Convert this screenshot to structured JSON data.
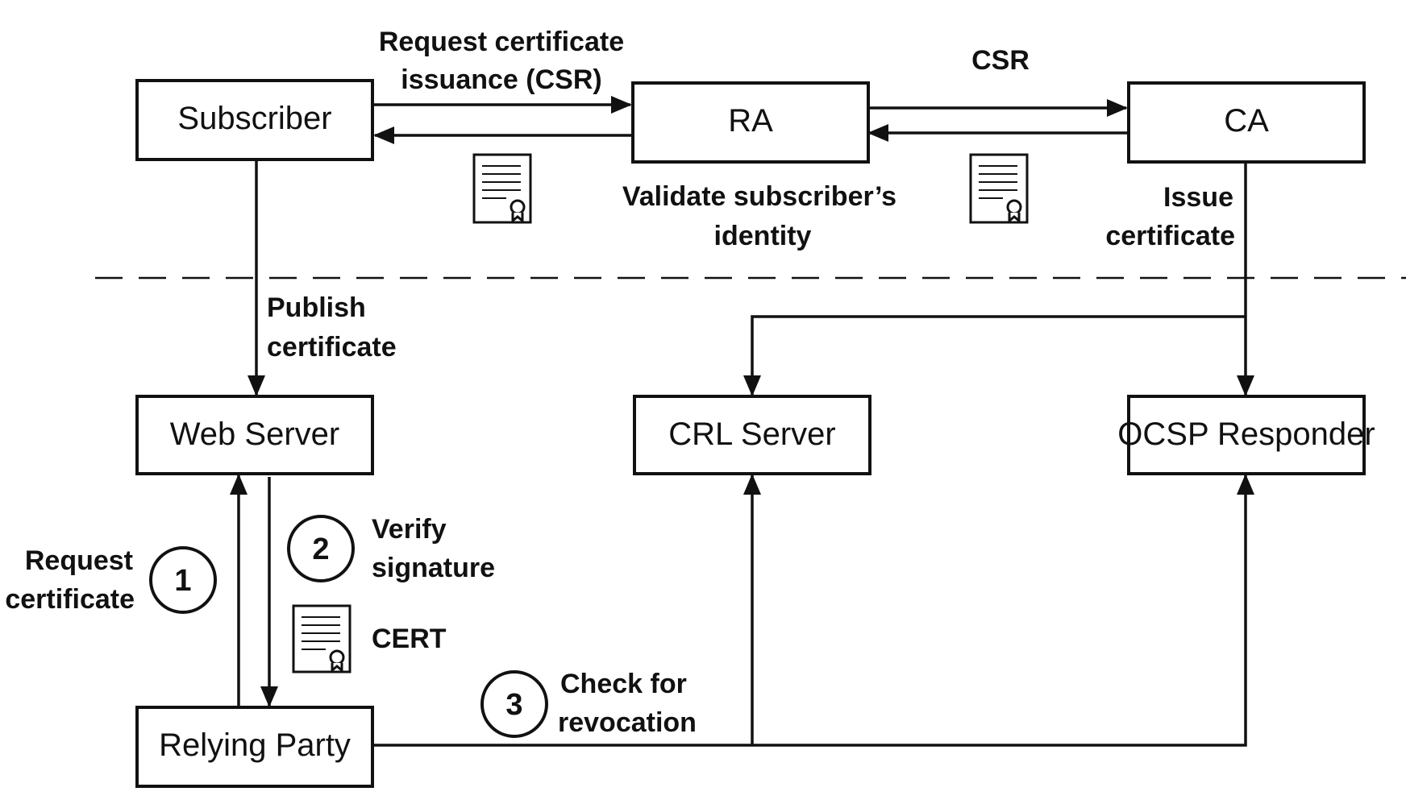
{
  "nodes": {
    "subscriber": "Subscriber",
    "ra": "RA",
    "ca": "CA",
    "web_server": "Web Server",
    "crl_server": "CRL Server",
    "ocsp_responder": "OCSP Responder",
    "relying_party": "Relying Party"
  },
  "labels": {
    "request_issuance": [
      "Request certificate",
      "issuance (CSR)"
    ],
    "csr": "CSR",
    "validate_identity": [
      "Validate subscriber’s",
      "identity"
    ],
    "issue_certificate": [
      "Issue",
      "certificate"
    ],
    "publish_certificate": [
      "Publish",
      "certificate"
    ],
    "request_certificate": [
      "Request",
      "certificate"
    ],
    "verify_signature": [
      "Verify",
      "signature"
    ],
    "cert": "CERT",
    "check_revocation": [
      "Check for",
      "revocation"
    ]
  },
  "steps": {
    "step1": "1",
    "step2": "2",
    "step3": "3"
  },
  "icons": [
    "certificate-icon",
    "certificate-icon",
    "certificate-icon"
  ]
}
